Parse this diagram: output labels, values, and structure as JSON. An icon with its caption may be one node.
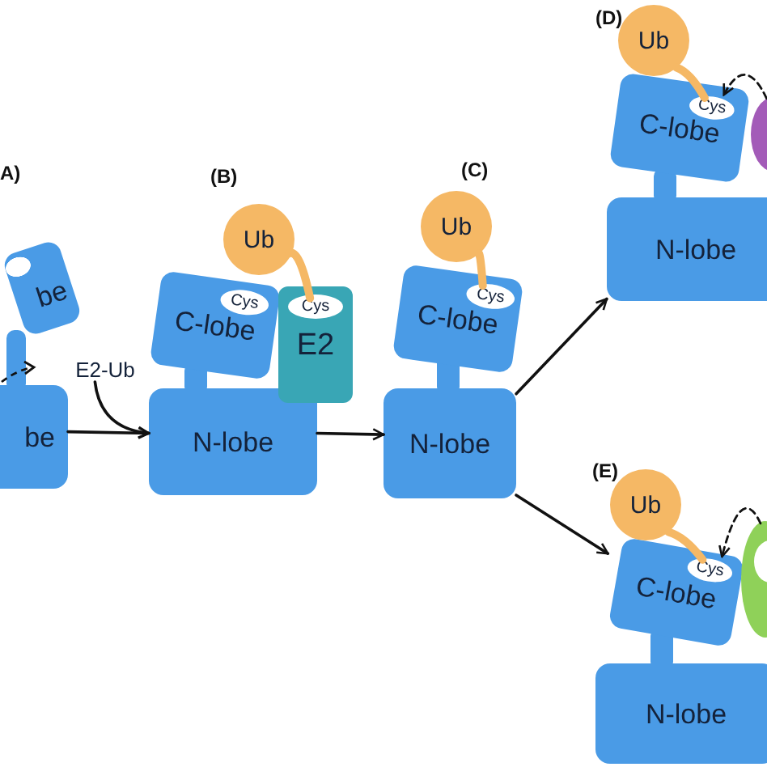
{
  "diagram": {
    "nodes": [
      {
        "text": [
          "be"
        ]
      },
      {
        "text": [
          "be"
        ]
      },
      {
        "text": [
          "E2-Ub"
        ]
      },
      {
        "text": [
          "Ub"
        ]
      },
      {
        "text": [
          "C-lobe"
        ]
      },
      {
        "text": [
          "Cys"
        ],
        "in": 4
      },
      {
        "text": [
          "E2"
        ]
      },
      {
        "text": [
          "Cys"
        ],
        "in": 6
      },
      {
        "text": [
          "N-lobe"
        ]
      },
      {
        "text": [
          "Ub"
        ]
      },
      {
        "text": [
          "C-lobe"
        ]
      },
      {
        "text": [
          "Cys"
        ],
        "in": 10
      },
      {
        "text": [
          "N-lobe"
        ]
      },
      {
        "text": [
          "Ub"
        ]
      },
      {
        "text": [
          "C-lobe"
        ]
      },
      {
        "text": [
          "Cys"
        ],
        "in": 14
      },
      {
        "text": [
          "N-lobe"
        ]
      },
      {
        "text": [],
        "shape": "circle"
      },
      {
        "text": [
          "Ub"
        ]
      },
      {
        "text": [
          "C-lobe"
        ]
      },
      {
        "text": [
          "Cys"
        ],
        "in": 19
      },
      {
        "text": [
          "N-lobe"
        ]
      },
      {
        "text": [],
        "shape": "circle"
      }
    ],
    "edges": [
      {
        "from": 1,
        "to": 8,
        "arrow": "to"
      },
      {
        "from": 2,
        "to": 8,
        "arrow": "to"
      },
      {
        "from": 8,
        "to": 12,
        "arrow": "to"
      },
      {
        "from": 12,
        "to": 16,
        "arrow": "to"
      },
      {
        "from": 12,
        "to": 19,
        "arrow": "to"
      },
      {
        "from": 17,
        "to": 15,
        "arrow": "to",
        "style": "dashed"
      },
      {
        "from": 22,
        "to": 20,
        "arrow": "to",
        "style": "dashed"
      },
      {
        "from": 3,
        "to": 7,
        "arrow": "none",
        "style": "thick",
        "color": "#f5b865"
      },
      {
        "from": 9,
        "to": 11,
        "arrow": "none",
        "style": "thick",
        "color": "#f5b865"
      },
      {
        "from": 13,
        "to": 15,
        "arrow": "none",
        "style": "thick",
        "color": "#f5b865"
      },
      {
        "from": 18,
        "to": 20,
        "arrow": "none",
        "style": "thick",
        "color": "#f5b865"
      }
    ],
    "labels": [
      "A)",
      "(B)",
      "(C)",
      "(D)",
      "(E)"
    ]
  }
}
